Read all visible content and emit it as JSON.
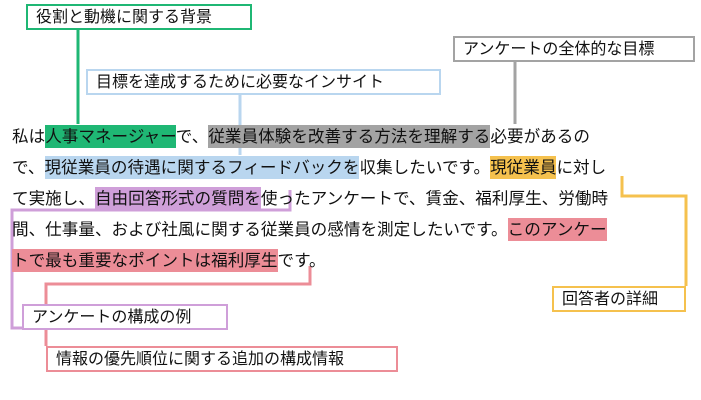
{
  "annotations": {
    "background": "役割と動機に関する背景",
    "overall_goal": "アンケートの全体的な目標",
    "insights": "目標を達成するために必要なインサイト",
    "respondents": "回答者の詳細",
    "example": "アンケートの構成の例",
    "priority": "情報の優先順位に関する追加の構成情報"
  },
  "prompt": {
    "lines": [
      [
        {
          "t": "私は"
        },
        {
          "t": "人事マネージャー",
          "c": "green"
        },
        {
          "t": "で、"
        },
        {
          "t": "従業員体験を改善する方法を理解する",
          "c": "gray"
        },
        {
          "t": "必要があるの"
        }
      ],
      [
        {
          "t": "で、"
        },
        {
          "t": "現従業員の待遇に関するフィードバックを",
          "c": "blue"
        },
        {
          "t": "収集したいです。"
        },
        {
          "t": "現従業員",
          "c": "yellow"
        },
        {
          "t": "に対し"
        }
      ],
      [
        {
          "t": "て実施し、"
        },
        {
          "t": "自由回答形式の質問を",
          "c": "purple"
        },
        {
          "t": "使ったアンケートで、賃金、福利厚生、労働時"
        }
      ],
      [
        {
          "t": "間、仕事量、および社風に関する従業員の感情を測定したいです。"
        },
        {
          "t": "このアンケー",
          "c": "pink"
        }
      ],
      [
        {
          "t": "トで最も重要なポイントは福利厚生",
          "c": "pink"
        },
        {
          "t": "です。"
        }
      ]
    ]
  },
  "colors": {
    "green": "#1fb774",
    "gray": "#a3a3a3",
    "blue": "#b9d6ef",
    "yellow": "#f5c14e",
    "purple": "#cf9fd9",
    "pink": "#ec8d97"
  }
}
